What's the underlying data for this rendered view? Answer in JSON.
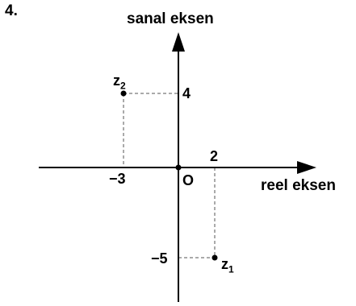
{
  "question_number": "4.",
  "axes": {
    "imaginary_label": "sanal eksen",
    "real_label": "reel eksen",
    "origin_label": "O"
  },
  "ticks": {
    "x_negative": "−3",
    "x_positive": "2",
    "y_positive": "4",
    "y_negative": "−5"
  },
  "points": {
    "z1": {
      "base": "z",
      "sub": "1",
      "re": 2,
      "im": -5
    },
    "z2": {
      "base": "z",
      "sub": "2",
      "re": -3,
      "im": 4
    }
  },
  "colors": {
    "ink": "#000000",
    "guide": "#555555",
    "background": "#ffffff"
  }
}
